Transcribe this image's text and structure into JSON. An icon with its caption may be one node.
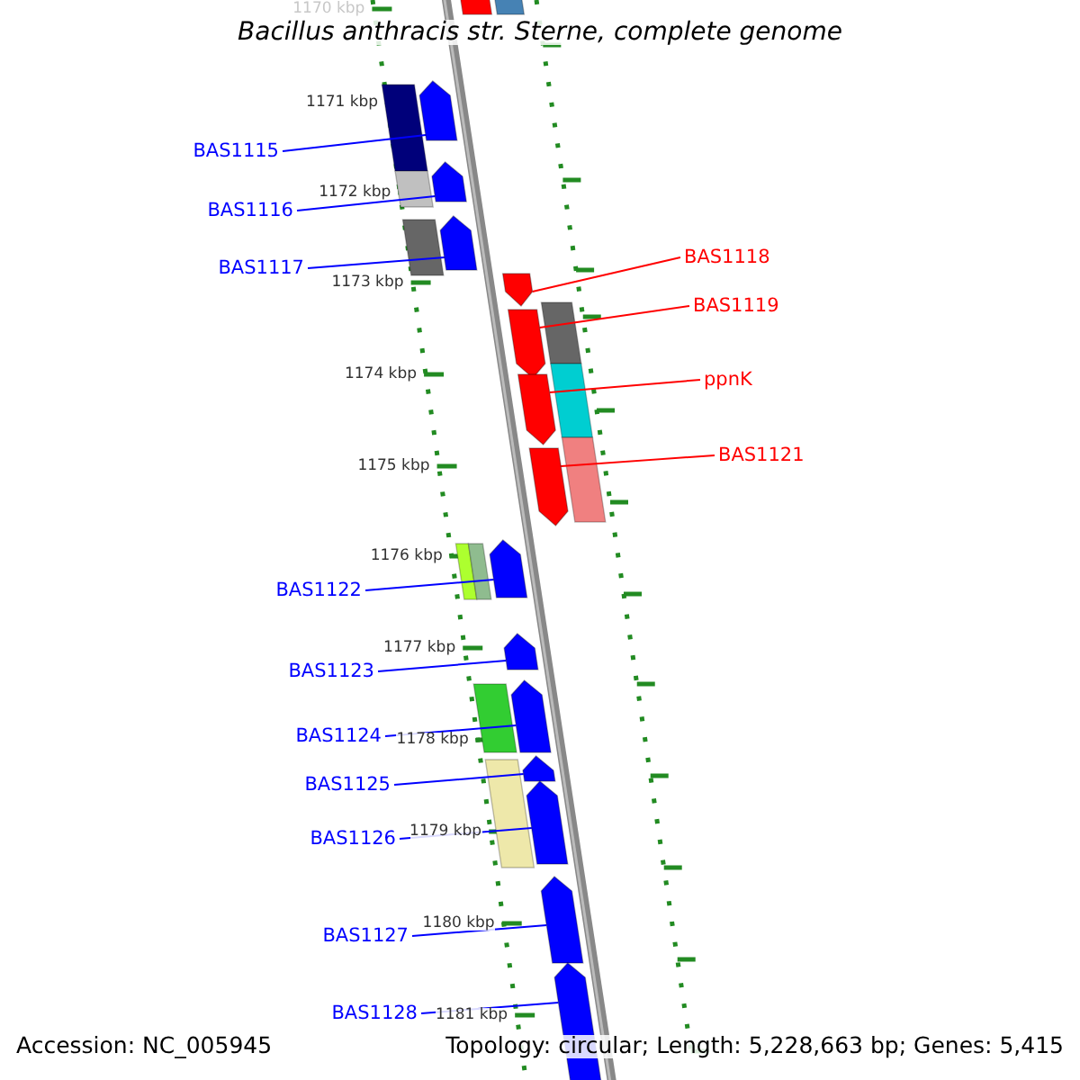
{
  "diagram": {
    "title": "Bacillus anthracis str. Sterne, complete genome",
    "nodes": [
      {
        "text": [
          "BAS1115"
        ]
      },
      {
        "text": [
          "BAS1116"
        ]
      },
      {
        "text": [
          "BAS1117"
        ]
      },
      {
        "text": [
          "BAS1118"
        ]
      },
      {
        "text": [
          "BAS1119"
        ]
      },
      {
        "text": [
          "ppnK"
        ]
      },
      {
        "text": [
          "BAS1121"
        ]
      },
      {
        "text": [
          "BAS1122"
        ]
      },
      {
        "text": [
          "BAS1123"
        ]
      },
      {
        "text": [
          "BAS1124"
        ]
      },
      {
        "text": [
          "BAS1125"
        ]
      },
      {
        "text": [
          "BAS1126"
        ]
      },
      {
        "text": [
          "BAS1127"
        ]
      },
      {
        "text": [
          "BAS1128"
        ]
      },
      {
        "text": [],
        "shape": "arrow"
      },
      {
        "text": [],
        "shape": "arrow"
      },
      {
        "text": [],
        "shape": "arrow"
      },
      {
        "text": [],
        "shape": "arrow"
      },
      {
        "text": [],
        "shape": "arrow"
      },
      {
        "text": [],
        "shape": "arrow"
      },
      {
        "text": [],
        "shape": "arrow"
      },
      {
        "text": [],
        "shape": "arrow"
      },
      {
        "text": [],
        "shape": "arrow"
      },
      {
        "text": [],
        "shape": "arrow"
      },
      {
        "text": [],
        "shape": "arrow"
      },
      {
        "text": [],
        "shape": "arrow"
      },
      {
        "text": [],
        "shape": "arrow"
      },
      {
        "text": [],
        "shape": "arrow"
      }
    ],
    "edges": [
      {
        "from": 0,
        "to": 14,
        "arrow": "none"
      },
      {
        "from": 1,
        "to": 15,
        "arrow": "none"
      },
      {
        "from": 2,
        "to": 16,
        "arrow": "none"
      },
      {
        "from": 3,
        "to": 17,
        "arrow": "none",
        "color": "#ff0000"
      },
      {
        "from": 4,
        "to": 18,
        "arrow": "none",
        "color": "#ff0000"
      },
      {
        "from": 5,
        "to": 19,
        "arrow": "none",
        "color": "#ff0000"
      },
      {
        "from": 6,
        "to": 20,
        "arrow": "none",
        "color": "#ff0000"
      },
      {
        "from": 7,
        "to": 21,
        "arrow": "none"
      },
      {
        "from": 8,
        "to": 22,
        "arrow": "none"
      },
      {
        "from": 9,
        "to": 23,
        "arrow": "none"
      },
      {
        "from": 10,
        "to": 24,
        "arrow": "none"
      },
      {
        "from": 11,
        "to": 25,
        "arrow": "none"
      },
      {
        "from": 12,
        "to": 26,
        "arrow": "none"
      },
      {
        "from": 13,
        "to": 27,
        "arrow": "none"
      }
    ],
    "labels": [
      "1170 kbp",
      "1171 kbp",
      "1172 kbp",
      "1173 kbp",
      "1174 kbp",
      "1175 kbp",
      "1176 kbp",
      "1177 kbp",
      "1178 kbp",
      "1179 kbp",
      "1180 kbp",
      "1181 kbp",
      "Accession: NC_005945",
      "Topology: circular; Length: 5,228,663 bp; Genes: 5,415"
    ]
  }
}
